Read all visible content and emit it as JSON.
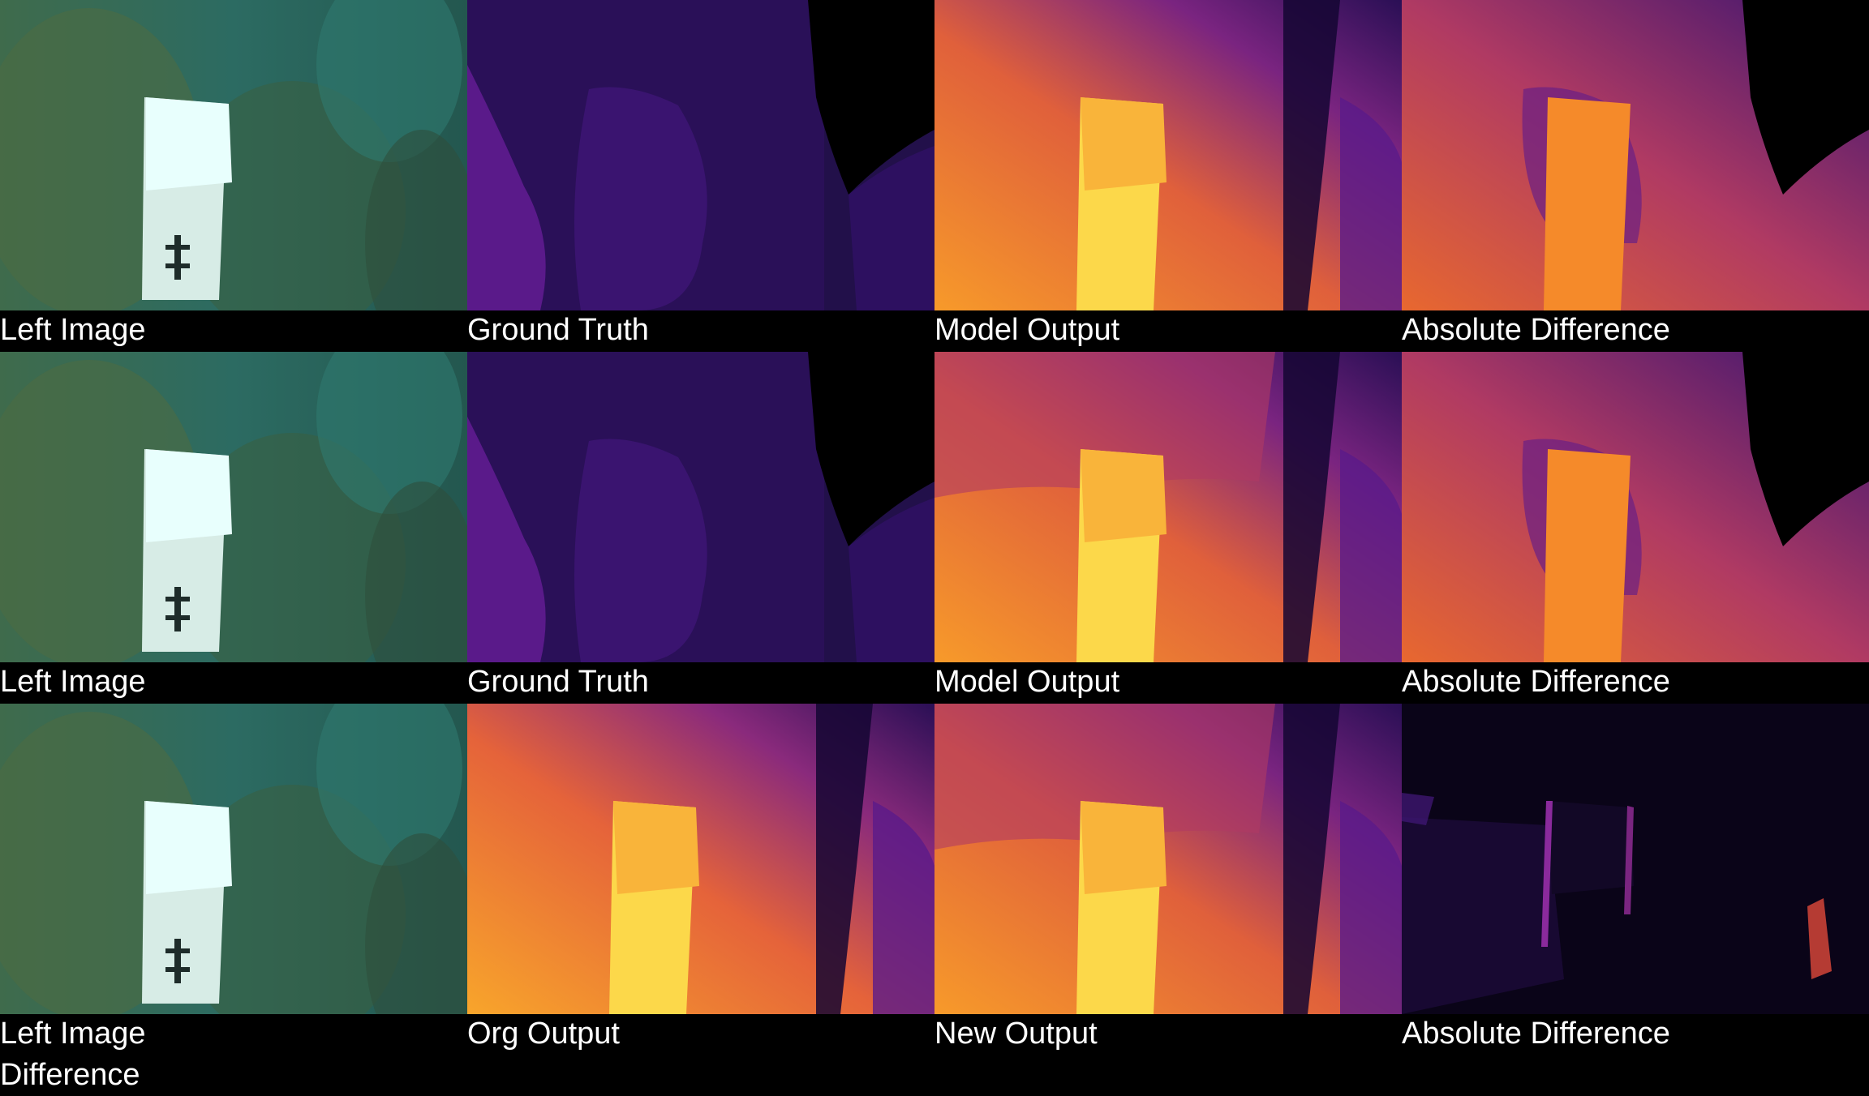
{
  "grid": {
    "rows": [
      {
        "captions": [
          "Left Image",
          "Ground Truth",
          "Model Output",
          "Absolute Difference"
        ]
      },
      {
        "captions": [
          "Left Image",
          "Ground Truth",
          "Model Output",
          "Absolute Difference"
        ]
      },
      {
        "captions": [
          "Left Image",
          "Org Output",
          "New Output",
          "Absolute Difference"
        ]
      }
    ],
    "footer_caption": "Difference"
  },
  "colors": {
    "background": "#000000",
    "caption_text": "#ffffff",
    "underwater_teal": "#2f6f66",
    "inferno_dark": "#1a0b3d",
    "inferno_purple": "#4a1580",
    "inferno_orange": "#f07d2a",
    "inferno_yellow": "#fcd24a"
  },
  "panel_types": [
    "photo",
    "depth-map",
    "depth-map",
    "difference-map"
  ]
}
